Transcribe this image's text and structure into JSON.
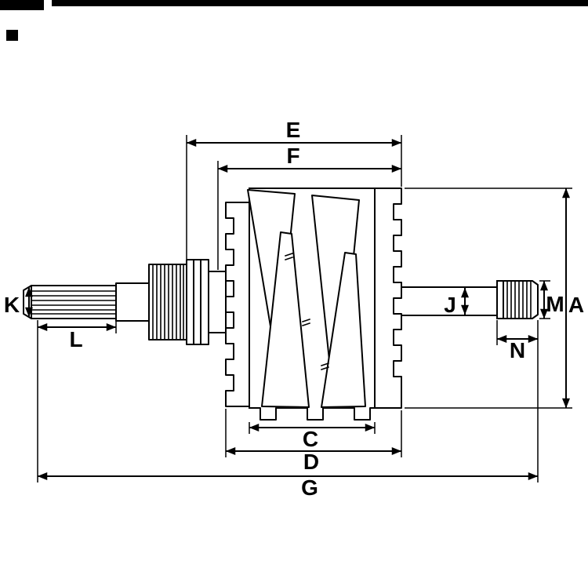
{
  "page": {
    "background_color": "#ffffff",
    "line_color": "#000000"
  },
  "dimensions": {
    "E": "E",
    "F": "F",
    "K": "K",
    "L": "L",
    "J": "J",
    "M": "M",
    "A": "A",
    "N": "N",
    "C": "C",
    "D": "D",
    "G": "G"
  }
}
